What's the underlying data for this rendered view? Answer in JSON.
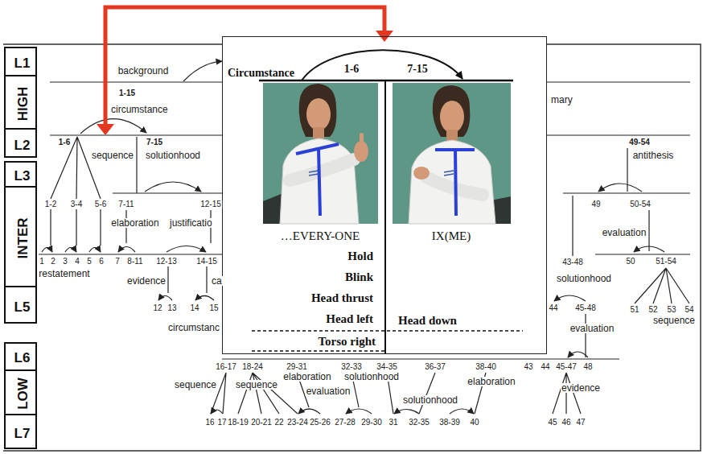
{
  "diagram": {
    "nodes": [
      {
        "text": [
          "L1",
          "HIGH",
          "L2"
        ]
      },
      {
        "text": [
          "L3",
          "INTER",
          "L5"
        ]
      },
      {
        "text": [
          "L6",
          "LOW",
          "L7"
        ]
      },
      {
        "text": [
          "Circumstance",
          "1-6",
          "7-15",
          "…EVERY-ONE",
          "IX(ME)",
          "Hold",
          "Blink",
          "Head thrust",
          "Head left",
          "Head down",
          "Torso right"
        ]
      }
    ],
    "labels": [
      "background",
      "1-15",
      "circumstance",
      "1-6",
      "sequence",
      "7-15",
      "solutionhood",
      "1-2",
      "3-4",
      "5-6",
      "7-11",
      "elaboration",
      "12-15",
      "justificatio",
      "1",
      "2",
      "3",
      "4",
      "5",
      "6",
      "restatement",
      "7",
      "8-11",
      "12-13",
      "14-15",
      "evidence",
      "ca",
      "12",
      "13",
      "14",
      "15",
      "circumstanc",
      "16-17",
      "18-24",
      "29-31",
      "32-33",
      "34-35",
      "36-37",
      "38-40",
      "sequence",
      "sequence",
      "elaboration",
      "evaluation",
      "solutionhood",
      "solutionhood",
      "elaboration",
      "16",
      "17",
      "18-19",
      "20-21",
      "22",
      "23-24",
      "25-26",
      "27-28",
      "29-30",
      "31",
      "32-35",
      "38-39",
      "40",
      "mary",
      "49-54",
      "antithesis",
      "49",
      "50-54",
      "evaluation",
      "43-48",
      "50",
      "51-54",
      "solutionhood",
      "44",
      "45-48",
      "51",
      "52",
      "53",
      "54",
      "evaluation",
      "sequence",
      "43",
      "44",
      "45-47",
      "48",
      "evidence",
      "45",
      "46",
      "47"
    ]
  }
}
